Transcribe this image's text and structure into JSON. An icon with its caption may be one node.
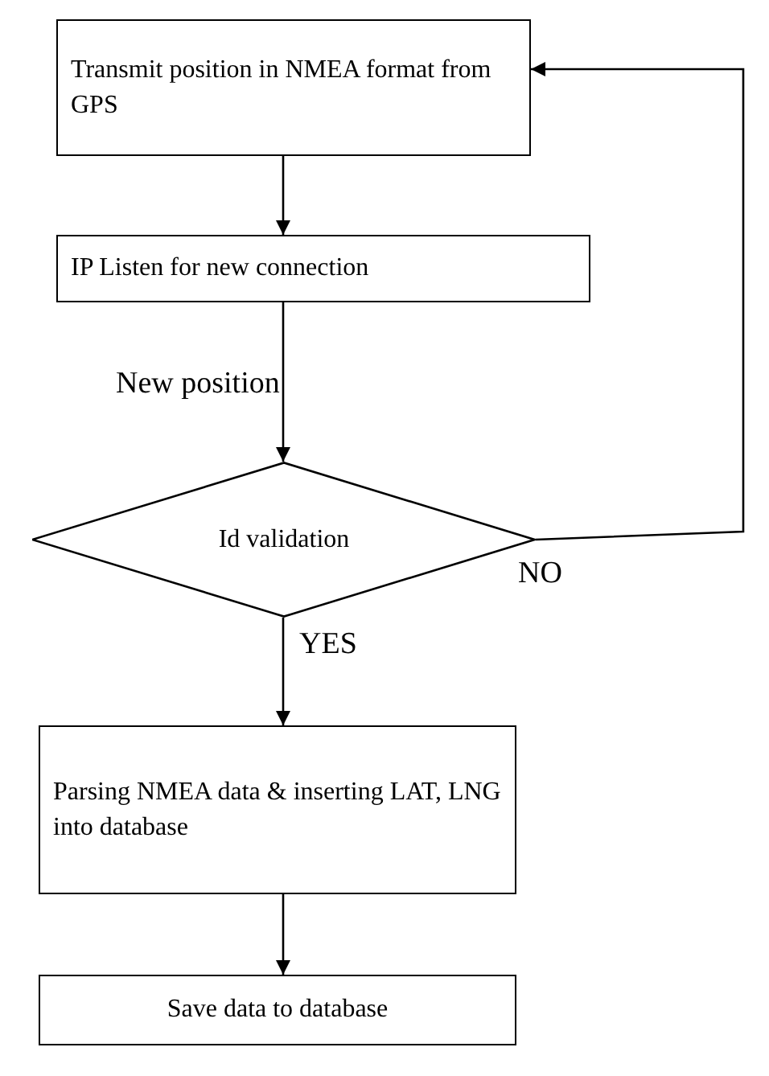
{
  "diagram": {
    "nodes": [
      {
        "text": [
          "Transmit position in NMEA format from GPS"
        ]
      },
      {
        "text": [
          "IP Listen for new connection"
        ]
      },
      {
        "text": [
          "Id validation"
        ]
      },
      {
        "text": [
          "Parsing NMEA data & inserting LAT, LNG into database"
        ]
      },
      {
        "text": [
          "Save data to database"
        ]
      }
    ],
    "edges": [
      {
        "from": 0,
        "to": 1,
        "arrow": "to"
      },
      {
        "from": 1,
        "to": 2,
        "arrow": "to",
        "label": "New position"
      },
      {
        "from": 2,
        "to": 3,
        "arrow": "to",
        "label": "YES"
      },
      {
        "from": 2,
        "to": 0,
        "arrow": "to",
        "label": "NO"
      },
      {
        "from": 3,
        "to": 4,
        "arrow": "to"
      }
    ]
  }
}
